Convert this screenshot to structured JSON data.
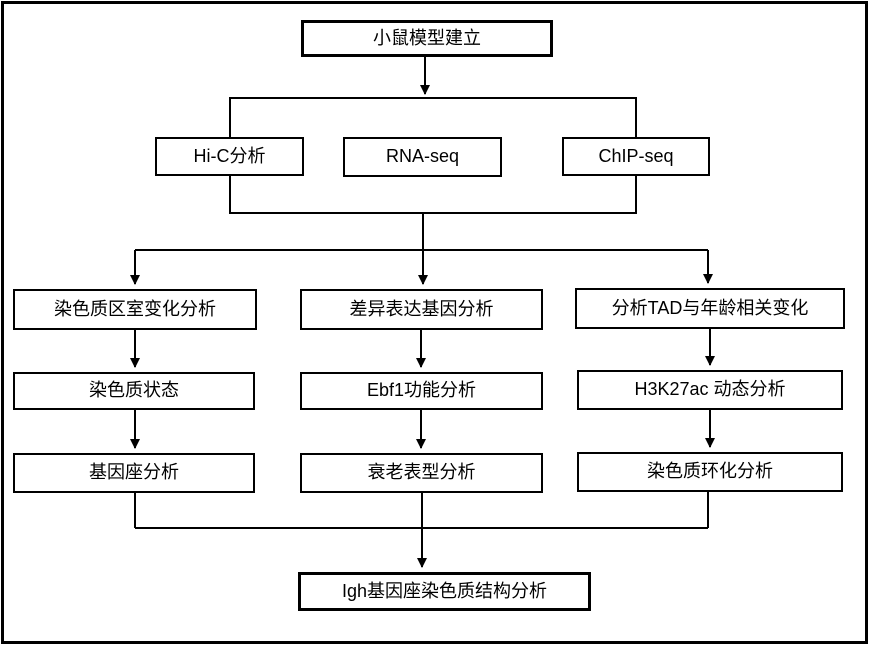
{
  "diagram": {
    "background": "#ffffff",
    "line_color": "#000000",
    "nodes": {
      "mouse_model": "小鼠模型建立",
      "hic": "Hi-C分析",
      "rna_seq": "RNA-seq",
      "chip_seq": "ChIP-seq",
      "compartment_analysis": "染色质区室变化分析",
      "deg_analysis": "差异表达基因分析",
      "tad_age_analysis": "分析TAD与年龄相关变化",
      "chromatin_state": "染色质状态",
      "ebf1_function": "Ebf1功能分析",
      "h3k27ac_dynamics": "H3K27ac 动态分析",
      "locus_analysis": "基因座分析",
      "aging_phenotype": "衰老表型分析",
      "chromatin_looping": "染色质环化分析",
      "igh_structure": "Igh基因座染色质结构分析"
    }
  }
}
